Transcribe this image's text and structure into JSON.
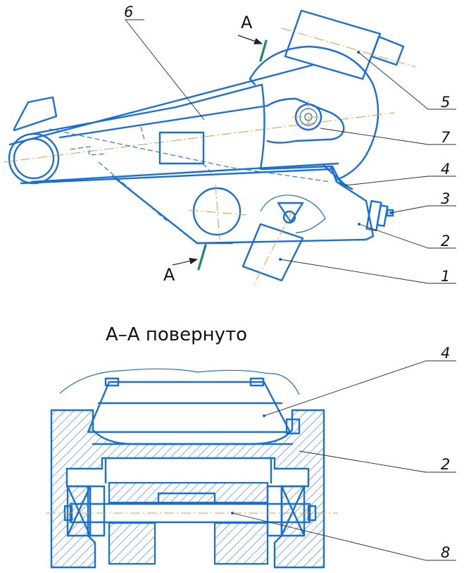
{
  "labels": {
    "n1": "1",
    "n2": "2",
    "n3": "3",
    "n4": "4",
    "n5": "5",
    "n6": "6",
    "n7": "7",
    "n8": "8",
    "section_top": "A",
    "section_bottom": "A"
  },
  "section": {
    "title": "А–А повернуто",
    "n4": "4",
    "n2": "2",
    "n8": "8"
  },
  "colors": {
    "line": "#1a6fd6",
    "center_line": "#e09a45",
    "cut_marker": "#1a8a6a",
    "text": "#111111"
  }
}
